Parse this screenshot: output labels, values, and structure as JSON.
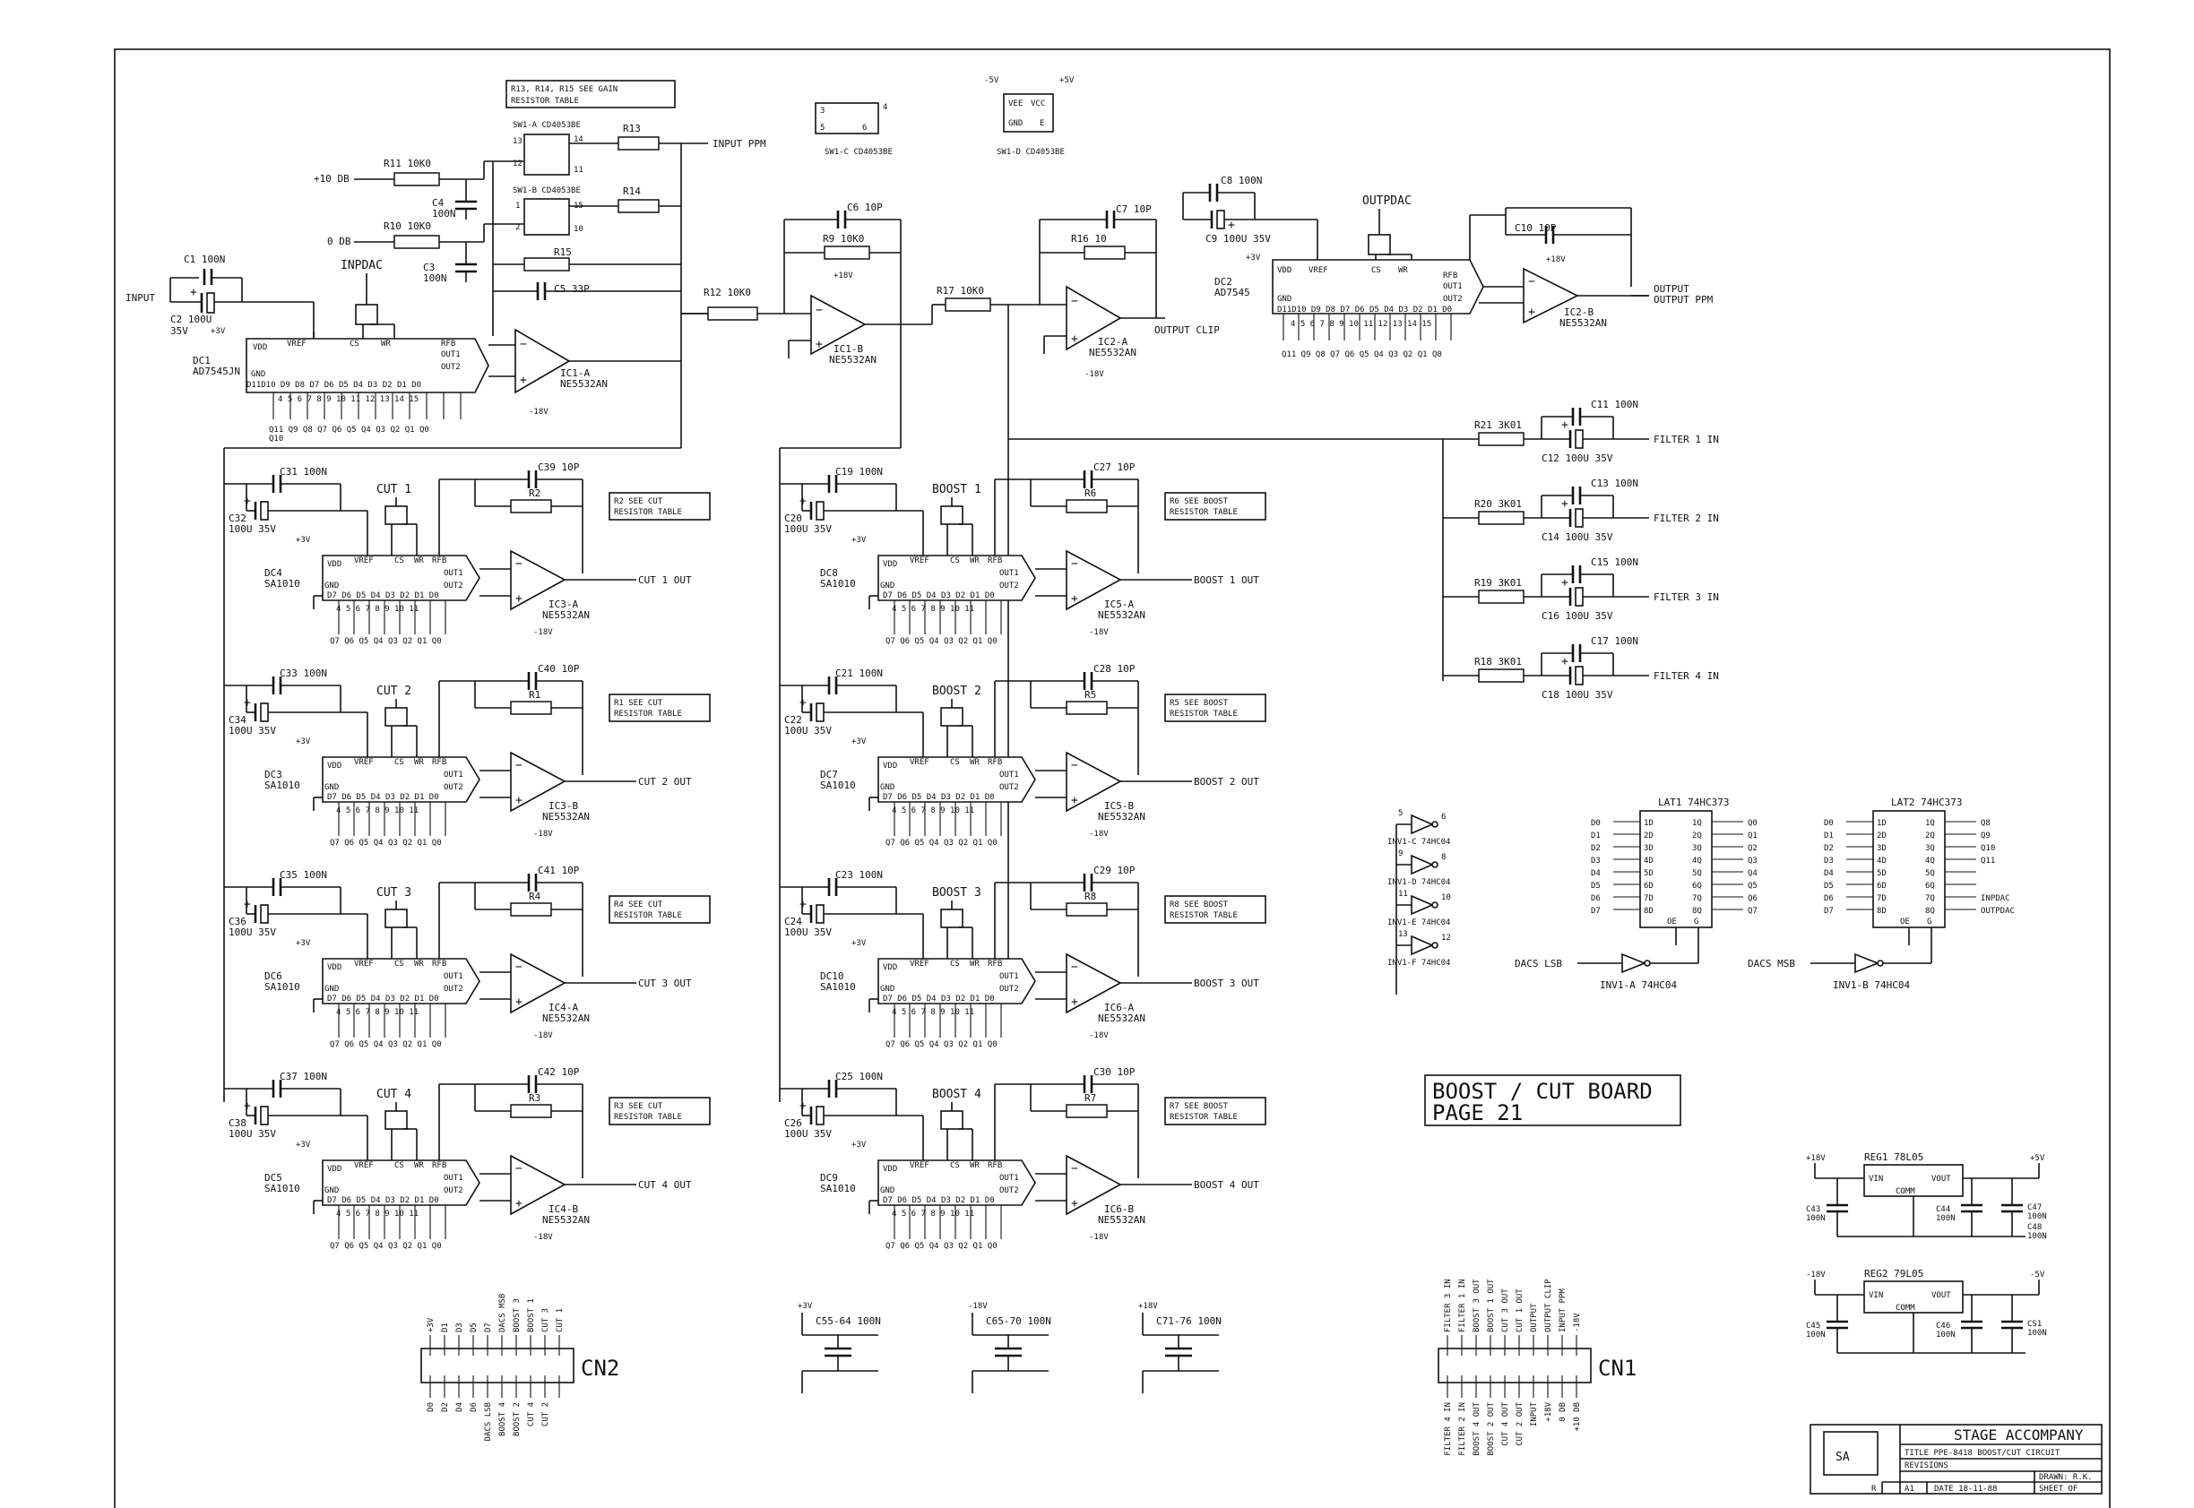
{
  "border": {
    "inner": true
  },
  "top_stage": {
    "input": {
      "label": "INPUT",
      "c1": "C1 100N",
      "c2": "C2 100U",
      "c2v": "35V"
    },
    "inpdac": "INPDAC",
    "dc1": {
      "name": "DC1",
      "part": "AD7545JN",
      "pins": {
        "vdd": "VDD",
        "vref": "VREF",
        "cs": "CS",
        "wr": "WR",
        "gnd": "GND",
        "rfb": "RFB",
        "out1": "OUT1",
        "out2": "OUT2"
      },
      "bits": "D11D10 D9 D8 D7 D6 D5 D4 D3 D2 D1 D0",
      "pinrow": "4 5 6 7 8 9 10 11 12 13 14 15",
      "qlabels": "Q11 Q9 Q8 Q7 Q6 Q5 Q4 Q3 Q2 Q1 Q0",
      "q10": "Q10",
      "p3v": "+3V"
    },
    "levels": {
      "plus10": "+10 DB",
      "zero": "0 DB"
    },
    "r11": "R11 10K0",
    "r10": "R10 10K0",
    "r13": "R13",
    "r14": "R14",
    "r15": "R15",
    "c4": "C4",
    "c4v": "100N",
    "c3": "C3",
    "c3v": "100N",
    "c5": "C5 33P",
    "gain_note": "R13, R14, R15 SEE GAIN RESISTOR TABLE",
    "sw1a": "SW1-A CD4053BE",
    "sw1b": "SW1-B CD4053BE",
    "sw1c": "SW1-C CD4053BE",
    "sw1d": "SW1-D CD4053BE",
    "sw1d_pins": {
      "vee": "VEE",
      "vcc": "VCC",
      "gnd": "GND",
      "e": "E",
      "m5": "-5V",
      "p5": "+5V"
    },
    "input_ppm": "INPUT PPM",
    "ic1a": "IC1-A",
    "ic1a_p": "NE5532AN",
    "m18": "-18V",
    "p18": "+18V",
    "r12": "R12 10K0",
    "c6": "C6 10P",
    "r9": "R9 10K0",
    "ic1b": "IC1-B",
    "ic1b_p": "NE5532AN",
    "r17": "R17 10K0",
    "c7": "C7 10P",
    "r16": "R16 10",
    "ic2a": "IC2-A",
    "ic2a_p": "NE5532AN",
    "output_clip": "OUTPUT CLIP",
    "c8": "C8 100N",
    "c9": "C9 100U 35V",
    "outpdac": "OUTPDAC",
    "dc2": "DC2",
    "dc2_p": "AD7545",
    "c10": "C10 10P",
    "ic2b": "IC2-B",
    "ic2b_p": "NE5532AN",
    "output": "OUTPUT",
    "output_ppm": "OUTPUT PPM"
  },
  "cut_stages": [
    {
      "c_small": "C31 100N",
      "c_big": "C32",
      "c_bigv": "100U 35V",
      "cf": "C39 10P",
      "r": "R2",
      "note": "R2 SEE CUT RESISTOR TABLE",
      "cs": "CUT 1",
      "dc": "DC4",
      "dcp": "SA1010",
      "ic": "IC3-A",
      "icp": "NE5532AN",
      "out": "CUT 1 OUT"
    },
    {
      "c_small": "C33 100N",
      "c_big": "C34",
      "c_bigv": "100U 35V",
      "cf": "C40 10P",
      "r": "R1",
      "note": "R1 SEE CUT RESISTOR TABLE",
      "cs": "CUT 2",
      "dc": "DC3",
      "dcp": "SA1010",
      "ic": "IC3-B",
      "icp": "NE5532AN",
      "out": "CUT 2 OUT"
    },
    {
      "c_small": "C35 100N",
      "c_big": "C36",
      "c_bigv": "100U 35V",
      "cf": "C41 10P",
      "r": "R4",
      "note": "R4 SEE CUT RESISTOR TABLE",
      "cs": "CUT 3",
      "dc": "DC6",
      "dcp": "SA1010",
      "ic": "IC4-A",
      "icp": "NE5532AN",
      "out": "CUT 3 OUT"
    },
    {
      "c_small": "C37 100N",
      "c_big": "C38",
      "c_bigv": "100U 35V",
      "cf": "C42 10P",
      "r": "R3",
      "note": "R3 SEE CUT RESISTOR TABLE",
      "cs": "CUT 4",
      "dc": "DC5",
      "dcp": "SA1010",
      "ic": "IC4-B",
      "icp": "NE5532AN",
      "out": "CUT 4 OUT"
    }
  ],
  "boost_stages": [
    {
      "c_small": "C19 100N",
      "c_big": "C20",
      "c_bigv": "100U 35V",
      "cf": "C27 10P",
      "r": "R6",
      "note": "R6 SEE BOOST RESISTOR TABLE",
      "cs": "BOOST 1",
      "dc": "DC8",
      "dcp": "SA1010",
      "ic": "IC5-A",
      "icp": "NE5532AN",
      "out": "BOOST 1 OUT"
    },
    {
      "c_small": "C21 100N",
      "c_big": "C22",
      "c_bigv": "100U 35V",
      "cf": "C28 10P",
      "r": "R5",
      "note": "R5 SEE BOOST RESISTOR TABLE",
      "cs": "BOOST 2",
      "dc": "DC7",
      "dcp": "SA1010",
      "ic": "IC5-B",
      "icp": "NE5532AN",
      "out": "BOOST 2 OUT"
    },
    {
      "c_small": "C23 100N",
      "c_big": "C24",
      "c_bigv": "100U 35V",
      "cf": "C29 10P",
      "r": "R8",
      "note": "R8 SEE BOOST RESISTOR TABLE",
      "cs": "BOOST 3",
      "dc": "DC10",
      "dcp": "SA1010",
      "ic": "IC6-A",
      "icp": "NE5532AN",
      "out": "BOOST 3 OUT"
    },
    {
      "c_small": "C25 100N",
      "c_big": "C26",
      "c_bigv": "100U 35V",
      "cf": "C30 10P",
      "r": "R7",
      "note": "R7 SEE BOOST RESISTOR TABLE",
      "cs": "BOOST 4",
      "dc": "DC9",
      "dcp": "SA1010",
      "ic": "IC6-B",
      "icp": "NE5532AN",
      "out": "BOOST 4 OUT"
    }
  ],
  "dac_common": {
    "vref": "VREF",
    "vdd": "VDD",
    "gnd": "GND",
    "cs": "CS",
    "wr": "WR",
    "rfb": "RFB",
    "out1": "OUT1",
    "out2": "OUT2",
    "bits": "D7 D6 D5 D4 D3 D2 D1 D0",
    "pinrow": "4 5 6 7 8 9 10 11",
    "qlabels": "Q7 Q6 Q5 Q4 Q3 Q2 Q1 Q0",
    "p3v": "+3V"
  },
  "filters": [
    {
      "r": "R21 3K01",
      "cs": "C11 100N",
      "cb": "C12 100U 35V",
      "label": "FILTER 1 IN"
    },
    {
      "r": "R20 3K01",
      "cs": "C13 100N",
      "cb": "C14 100U 35V",
      "label": "FILTER 2 IN"
    },
    {
      "r": "R19 3K01",
      "cs": "C15 100N",
      "cb": "C16 100U 35V",
      "label": "FILTER 3 IN"
    },
    {
      "r": "R18 3K01",
      "cs": "C17 100N",
      "cb": "C18 100U 35V",
      "label": "FILTER 4 IN"
    }
  ],
  "inverters": [
    {
      "label": "INV1-C 74HC04",
      "pin_in": "5",
      "pin_out": "6"
    },
    {
      "label": "INV1-D 74HC04",
      "pin_in": "9",
      "pin_out": "8"
    },
    {
      "label": "INV1-E 74HC04",
      "pin_in": "11",
      "pin_out": "10"
    },
    {
      "label": "INV1-F 74HC04",
      "pin_in": "13",
      "pin_out": "12"
    }
  ],
  "lat1": {
    "title": "LAT1 74HC373",
    "inputs": [
      "D0",
      "D1",
      "D2",
      "D3",
      "D4",
      "D5",
      "D6",
      "D7"
    ],
    "outputs": [
      "Q0",
      "Q1",
      "Q2",
      "Q3",
      "Q4",
      "Q5",
      "Q6",
      "Q7"
    ],
    "oe": "OE",
    "g": "G",
    "inv": "INV1-A 74HC04",
    "sig": "DACS LSB"
  },
  "lat2": {
    "title": "LAT2 74HC373",
    "inputs": [
      "D0",
      "D1",
      "D2",
      "D3",
      "D4",
      "D5",
      "D6",
      "D7"
    ],
    "outputs": [
      "Q8",
      "Q9",
      "Q10",
      "Q11",
      "",
      "",
      "INPDAC",
      "OUTPDAC"
    ],
    "oe": "OE",
    "g": "G",
    "inv": "INV1-B 74HC04",
    "sig": "DACS MSB"
  },
  "board_title": {
    "line1": "BOOST / CUT BOARD",
    "line2": "PAGE 21"
  },
  "regulators": [
    {
      "name": "REG1 78L05",
      "vin": "VIN",
      "vout": "VOUT",
      "com": "COMM",
      "left": "+18V",
      "right": "+5V",
      "c1": "C43",
      "c1v": "100N",
      "c2": "C44",
      "c2v": "100N",
      "c3": "C47",
      "c3v": "100N",
      "c4": "C48",
      "c4v": "100N"
    },
    {
      "name": "REG2 79L05",
      "vin": "VIN",
      "vout": "VOUT",
      "com": "COMM",
      "left": "-18V",
      "right": "-5V",
      "c1": "C45",
      "c1v": "100N",
      "c2": "C46",
      "c2v": "100N",
      "c3": "CS1",
      "c3v": "100N"
    }
  ],
  "decoupling": [
    {
      "rail": "+3V",
      "label": "C55-64 100N"
    },
    {
      "rail": "-18V",
      "label": "C65-70 100N"
    },
    {
      "rail": "+18V",
      "label": "C71-76 100N"
    }
  ],
  "cn2": {
    "name": "CN2",
    "top": [
      "+3V",
      "D1",
      "D3",
      "D5",
      "D7",
      "DACS MSB",
      "BOOST 3",
      "BOOST 1",
      "CUT 3",
      "CUT 1"
    ],
    "bottom": [
      "D0",
      "D2",
      "D4",
      "D6",
      "DACS LSB",
      "BOOST 4",
      "BOOST 2",
      "CUT 4",
      "CUT 2",
      ""
    ]
  },
  "cn1": {
    "name": "CN1",
    "top": [
      "FILTER 3 IN",
      "FILTER 1 IN",
      "BOOST 3 OUT",
      "BOOST 1 OUT",
      "CUT 3 OUT",
      "CUT 1 OUT",
      "OUTPUT",
      "OUTPUT CLIP",
      "INPUT PPM",
      "-18V"
    ],
    "bottom": [
      "FILTER 4 IN",
      "FILTER 2 IN",
      "BOOST 4 OUT",
      "BOOST 2 OUT",
      "CUT 4 OUT",
      "CUT 2 OUT",
      "INPUT",
      "+18V",
      "0 DB",
      "+10 DB"
    ]
  },
  "title_block": {
    "company": "STAGE ACCOMPANY",
    "title": "TITLE PPE-8418 BOOST/CUT CIRCUIT",
    "revisions": "REVISIONS",
    "drawn": "DRAWN: R.K.",
    "rev": "R",
    "size": "A1",
    "date": "DATE 18-11-88",
    "sheet": "SHEET OF",
    "logo": "SA"
  }
}
